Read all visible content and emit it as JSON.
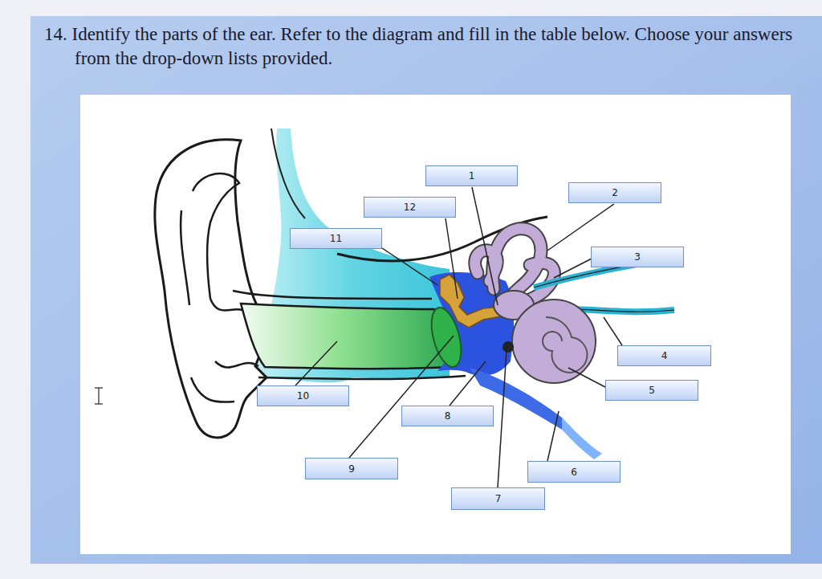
{
  "diagram": {
    "title": "14. Identify the parts of the ear. Refer to the diagram and fill in the table below. Choose your answers from the drop-down lists provided.",
    "nodes": [
      {
        "text": [
          "1"
        ]
      },
      {
        "text": [
          "2"
        ]
      },
      {
        "text": [
          "12"
        ]
      },
      {
        "text": [
          "11"
        ]
      },
      {
        "text": [
          "3"
        ]
      },
      {
        "text": [
          "4"
        ]
      },
      {
        "text": [
          "5"
        ]
      },
      {
        "text": [
          "10"
        ]
      },
      {
        "text": [
          "8"
        ]
      },
      {
        "text": [
          "9"
        ]
      },
      {
        "text": [
          "6"
        ]
      },
      {
        "text": [
          "7"
        ]
      }
    ]
  }
}
